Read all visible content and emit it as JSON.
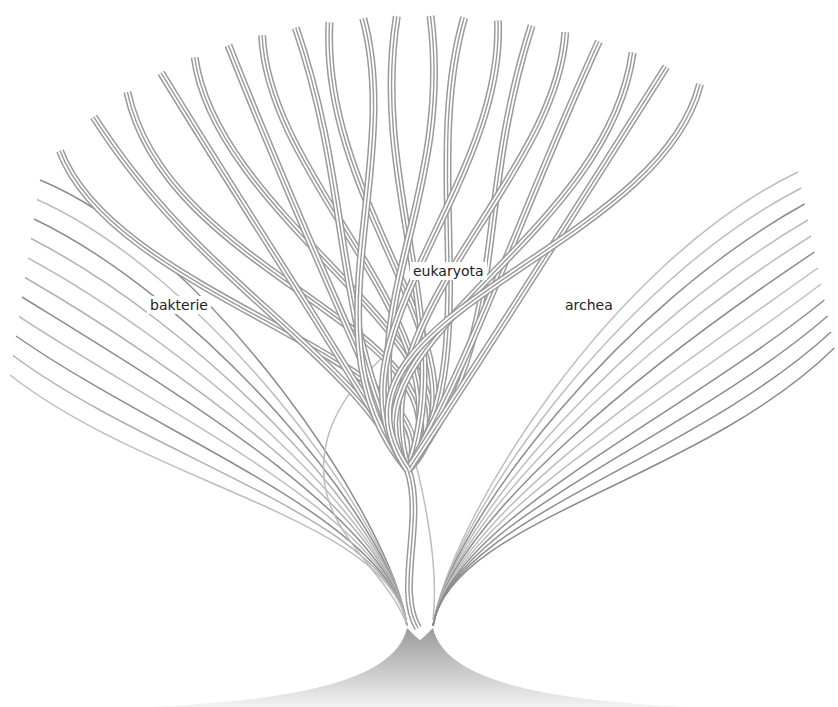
{
  "diagram": {
    "labels": [
      "eukaryota",
      "bakterie",
      "archea"
    ]
  }
}
